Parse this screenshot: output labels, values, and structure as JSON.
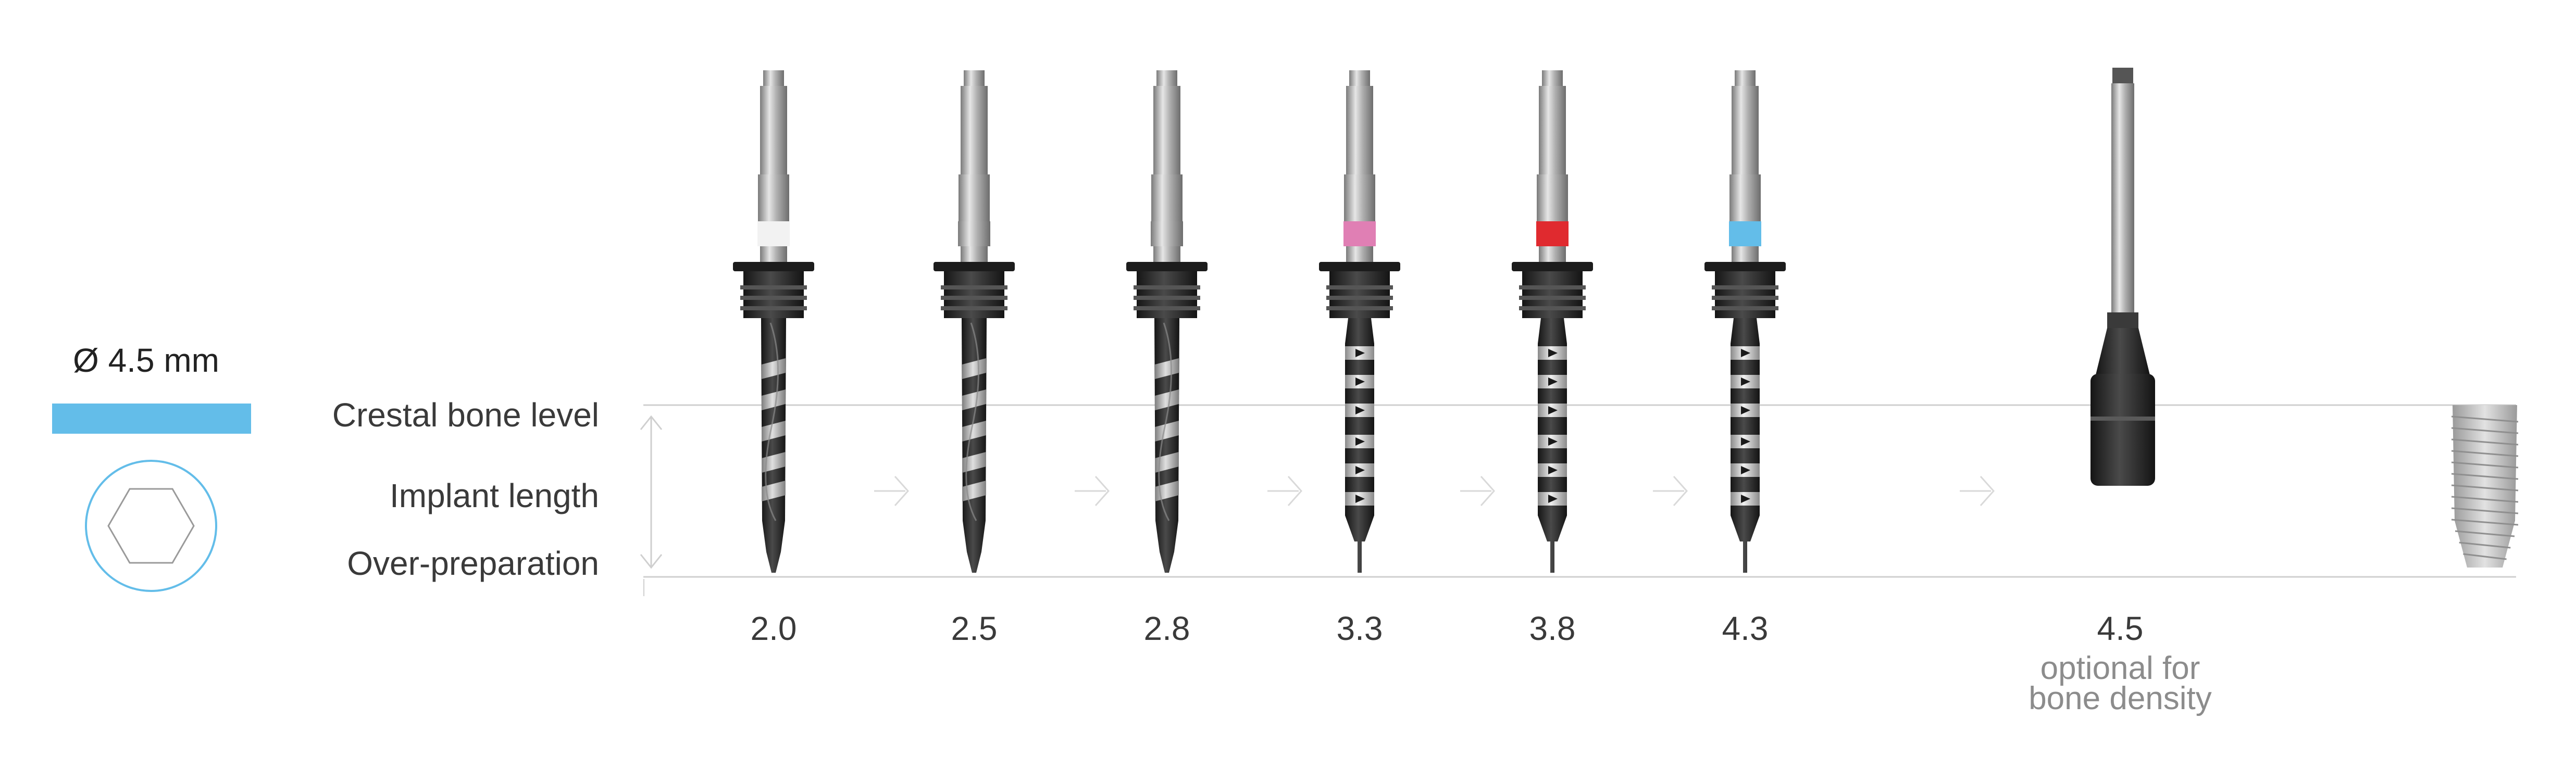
{
  "implant_diameter": "Ø 4.5 mm",
  "colors": {
    "diameter_bar": "#63bde9",
    "hex_circle": "#63bde9",
    "guide_line": "#cfcfcf",
    "arrow": "#d9d9d9",
    "drill_body": "#2b2b2b",
    "shank": "#b3b3b3"
  },
  "levels": {
    "crestal": "Crestal bone level",
    "length": "Implant length",
    "over": "Over-preparation"
  },
  "drills": [
    {
      "size": "2.0",
      "ring_color": "#f2f2f2",
      "type": "twist"
    },
    {
      "size": "2.5",
      "ring_color": null,
      "type": "twist"
    },
    {
      "size": "2.8",
      "ring_color": null,
      "type": "twist"
    },
    {
      "size": "3.3",
      "ring_color": "#e07fb4",
      "type": "step"
    },
    {
      "size": "3.8",
      "ring_color": "#e02a2f",
      "type": "step"
    },
    {
      "size": "4.3",
      "ring_color": "#63bde9",
      "type": "step"
    }
  ],
  "optional_drill": {
    "size": "4.5",
    "note_line1": "optional for",
    "note_line2": "bone density"
  },
  "icons": [
    "hex-socket-icon",
    "arrow-right-icon",
    "implant-icon"
  ]
}
